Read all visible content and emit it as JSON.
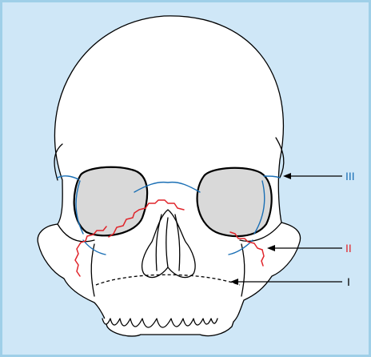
{
  "figure": {
    "background": "#cfe7f7",
    "border": "#9fcfe8",
    "outline": "#000000",
    "orbit_fill": "#d9d9d9"
  },
  "fractures": [
    {
      "label": "III",
      "color": "#1a6fb5",
      "style": "solid"
    },
    {
      "label": "II",
      "color": "#e0242a",
      "style": "jagged"
    },
    {
      "label": "I",
      "color": "#000000",
      "style": "dashed"
    }
  ]
}
